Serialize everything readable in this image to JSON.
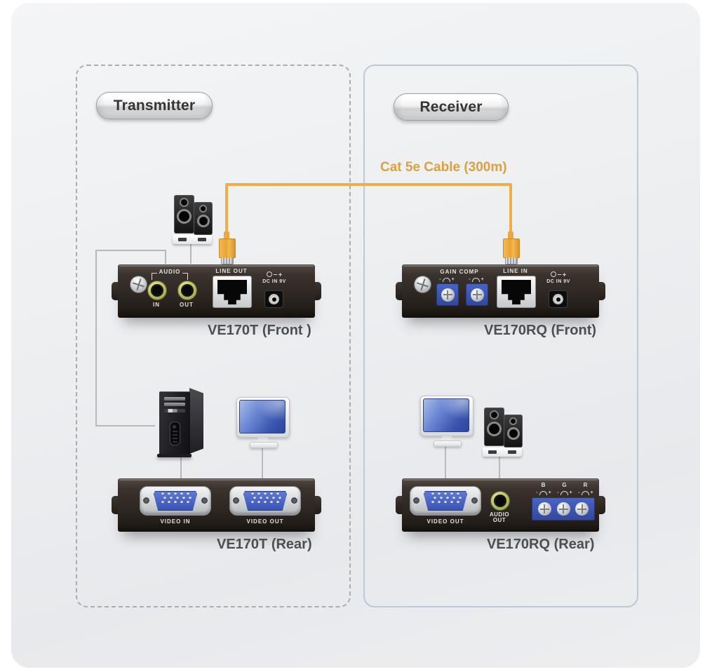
{
  "frame": {
    "transmitter_label": "Transmitter",
    "receiver_label": "Receiver",
    "cable_label": "Cat 5e Cable (300m)"
  },
  "polarity": {
    "minus": "-",
    "plus": "+"
  },
  "ve170t_front": {
    "caption": "VE170T (Front )",
    "audio_group_label": "AUDIO",
    "audio_in_label": "IN",
    "audio_out_label": "OUT",
    "line_out_label": "LINE OUT",
    "dc_label": "DC IN 9V"
  },
  "ve170rq_front": {
    "caption": "VE170RQ (Front)",
    "gain_comp_label": "GAIN COMP",
    "line_in_label": "LINE IN",
    "dc_label": "DC IN 9V"
  },
  "ve170t_rear": {
    "caption": "VE170T (Rear)",
    "video_in_label": "VIDEO IN",
    "video_out_label": "VIDEO OUT"
  },
  "ve170rq_rear": {
    "caption": "VE170RQ (Rear)",
    "video_out_label": "VIDEO OUT",
    "audio_out_line1": "AUDIO",
    "audio_out_line2": "OUT",
    "terminal_labels": {
      "b": "B",
      "g": "G",
      "r": "R"
    }
  },
  "colors": {
    "cable_orange": "#f0ae4a",
    "label_orange": "#daa041",
    "panel_body": "#2b241f",
    "vga_blue": "#4a63c0",
    "terminal_blue": "#3d53ae",
    "transmitter_border": "#a7aeb6",
    "receiver_border": "#bdc9d8"
  }
}
